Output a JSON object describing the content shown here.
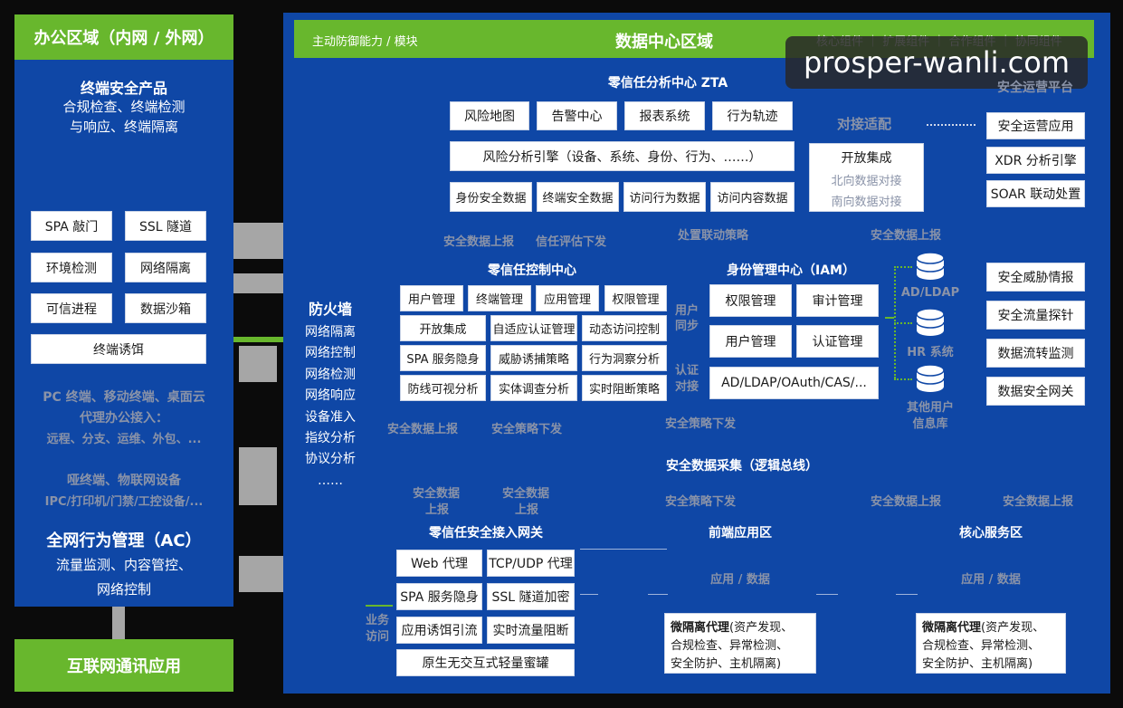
{
  "office": {
    "header": "办公区域（内网 / 外网）",
    "product_title": "终端安全产品",
    "product_desc1": "合规检查、终端检测",
    "product_desc2": "与响应、终端隔离",
    "buttons": [
      "SPA 敲门",
      "SSL 隧道",
      "环境检测",
      "网络隔离",
      "可信进程",
      "数据沙箱",
      "终端诱饵"
    ],
    "pc_line1": "PC 终端、移动终端、桌面云",
    "pc_line2": "代理办公接入：",
    "pc_line3": "远程、分支、运维、外包、...",
    "iot_line1": "哑终端、物联网设备",
    "iot_line2": "IPC/打印机/门禁/工控设备/...",
    "ac_title": "全网行为管理（AC）",
    "ac_desc1": "流量监测、内容管控、",
    "ac_desc2": "网络控制"
  },
  "internet_app": "互联网通讯应用",
  "firewall": {
    "title": "防火墙",
    "items": [
      "网络隔离",
      "网络控制",
      "网络检测",
      "网络响应",
      "设备准入",
      "指纹分析",
      "协议分析",
      "……"
    ]
  },
  "dc": {
    "title": "数据中心区域",
    "left_label": "主动防御能力 / 模块",
    "legend": "核心组件 ｜ 扩展组件 ｜ 合作组件 ｜ 协同组件",
    "sec_ops_platform": "安全运营平台",
    "zta": {
      "title": "零信任分析中心 ZTA",
      "row1": [
        "风险地图",
        "告警中心",
        "报表系统",
        "行为轨迹"
      ],
      "engine": "风险分析引擎（设备、系统、身份、行为、……）",
      "row3": [
        "身份安全数据",
        "终端安全数据",
        "访问行为数据",
        "访问内容数据"
      ]
    },
    "docking": "对接适配",
    "open_integration": {
      "title": "开放集成",
      "north": "北向数据对接",
      "south": "南向数据对接"
    },
    "ops_right": [
      "安全运营应用",
      "XDR 分析引擎",
      "SOAR 联动处置"
    ],
    "threat_right": [
      "安全威胁情报",
      "安全流量探针",
      "数据流转监测",
      "数据安全网关"
    ],
    "labels": {
      "report1": "安全数据上报",
      "trust_down": "信任评估下发",
      "linkage": "处置联动策略",
      "report2": "安全数据上报",
      "report3": "安全数据上报",
      "policy1": "安全策略下发",
      "policy2": "安全策略下发",
      "bus": "安全数据采集（逻辑总线）",
      "report4a": "安全数据",
      "report4b": "上报",
      "report5a": "安全数据",
      "report5b": "上报",
      "policy3": "安全策略下发",
      "report6": "安全数据上报",
      "report7": "安全数据上报",
      "user_sync1": "用户",
      "user_sync2": "同步",
      "auth1": "认证",
      "auth2": "对接",
      "biz1": "业务",
      "biz2": "访问"
    },
    "control": {
      "title": "零信任控制中心",
      "grid": [
        [
          "用户管理",
          "终端管理",
          "应用管理",
          "权限管理"
        ],
        [
          "开放集成",
          "自适应认证管理",
          "动态访问控制"
        ],
        [
          "SPA 服务隐身",
          "威胁诱捕策略",
          "行为洞察分析"
        ],
        [
          "防线可视分析",
          "实体调查分析",
          "实时阻断策略"
        ]
      ]
    },
    "iam": {
      "title": "身份管理中心（IAM）",
      "grid": [
        "权限管理",
        "审计管理",
        "用户管理",
        "认证管理"
      ],
      "protocols": "AD/LDAP/OAuth/CAS/..."
    },
    "dbs": [
      "AD/LDAP",
      "HR 系统",
      "其他用户",
      "信息库"
    ],
    "gateway": {
      "title": "零信任安全接入网关",
      "grid": [
        [
          "Web 代理",
          "TCP/UDP 代理"
        ],
        [
          "SPA 服务隐身",
          "SSL 隧道加密"
        ],
        [
          "应用诱饵引流",
          "实时流量阻断"
        ]
      ],
      "bottom": "原生无交互式轻量蜜罐"
    },
    "front_zone": {
      "title": "前端应用区",
      "sub": "应用 / 数据",
      "proxy_bold": "微隔离代理",
      "proxy_rest": "(资产发现、",
      "line2": "合规检查、异常检测、",
      "line3": "安全防护、主机隔离)"
    },
    "core_zone": {
      "title": "核心服务区",
      "sub": "应用 / 数据",
      "proxy_bold": "微隔离代理",
      "proxy_rest": "(资产发现、",
      "line2": "合规检查、异常检测、",
      "line3": "安全防护、主机隔离)"
    }
  },
  "watermark": "prosper-wanli.com",
  "colors": {
    "blue": "#0f47a6",
    "green": "#68b72d",
    "gray_text": "#8a93a8"
  }
}
